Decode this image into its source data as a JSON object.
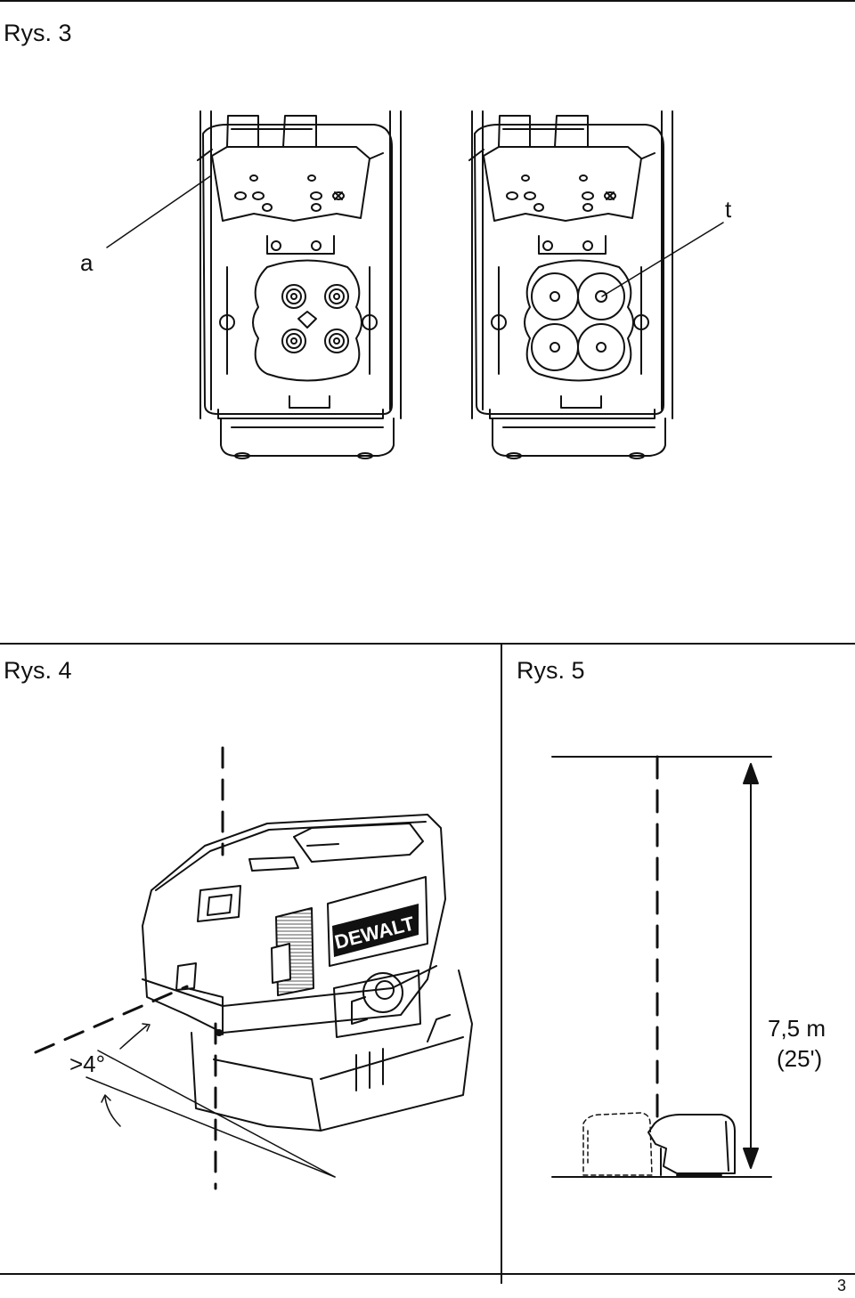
{
  "figures": {
    "fig3": {
      "title": "Rys. 3",
      "callout_a": "a",
      "callout_t": "t"
    },
    "fig4": {
      "title": "Rys. 4",
      "angle_label": ">4°",
      "brand_logo": "DEWALT"
    },
    "fig5": {
      "title": "Rys. 5",
      "distance_metric": "7,5 m",
      "distance_imperial": "(25')"
    }
  },
  "page_number": "3"
}
